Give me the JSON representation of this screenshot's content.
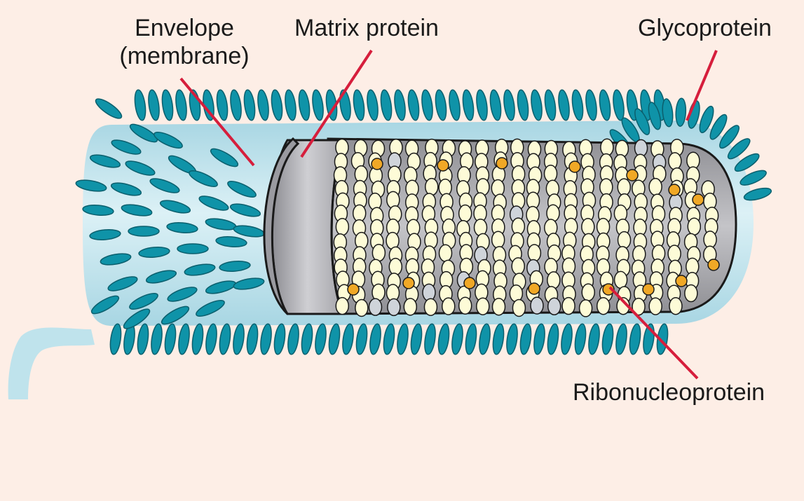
{
  "labels": {
    "envelope_line1": "Envelope",
    "envelope_line2": "(membrane)",
    "matrix": "Matrix protein",
    "glycoprotein": "Glycoprotein",
    "rnp": "Ribonucleoprotein"
  },
  "colors": {
    "background": "#fdeee6",
    "envelope": "#bfe3ec",
    "spike": "#0f93a8",
    "matrix": "#b8b8bd",
    "ribonucleoprotein_body": "#a9a9ad",
    "nucleoprotein_bead": "#fdfbd7",
    "polymerase_dot": "#f0a826",
    "leader_line": "#d61e3c"
  }
}
